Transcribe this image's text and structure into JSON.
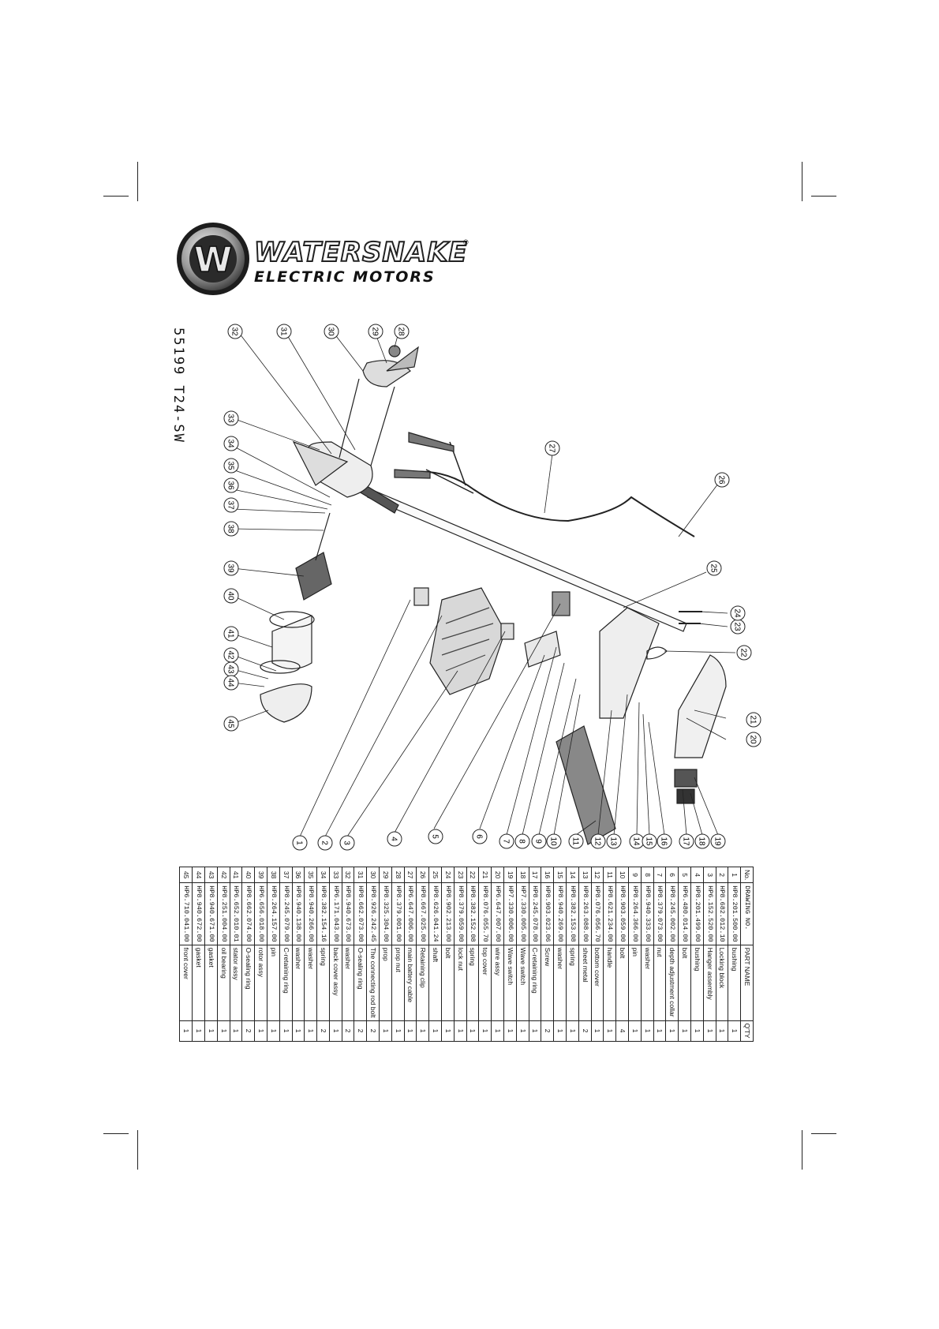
{
  "brand": {
    "name": "WATERSNAKE",
    "registered": "®",
    "subtitle": "ELECTRIC MOTORS",
    "logo_letter": "W"
  },
  "model": {
    "code": "55199 T24-SW"
  },
  "callouts": [
    "1",
    "2",
    "3",
    "4",
    "5",
    "6",
    "7",
    "8",
    "9",
    "10",
    "11",
    "12",
    "13",
    "14",
    "15",
    "16",
    "17",
    "18",
    "19",
    "20",
    "21",
    "22",
    "23",
    "24",
    "25",
    "26",
    "27",
    "28",
    "29",
    "30",
    "31",
    "32",
    "33",
    "34",
    "35",
    "36",
    "37",
    "38",
    "39",
    "40",
    "41",
    "42",
    "43",
    "44",
    "45"
  ],
  "parts_table": {
    "headers": {
      "no": "No.",
      "drawing_no": "DRAWING NO.",
      "part_name": "PART NAME",
      "qty": "Q'TY"
    },
    "rows": [
      {
        "no": "1",
        "drawing_no": "HP8.201.500.00",
        "part_name": "bushing",
        "qty": "1"
      },
      {
        "no": "2",
        "drawing_no": "HP8.682.012.10",
        "part_name": "Locking block",
        "qty": "1"
      },
      {
        "no": "3",
        "drawing_no": "HP6.152.520.00",
        "part_name": "Hanger assembly",
        "qty": "1"
      },
      {
        "no": "4",
        "drawing_no": "HP8.201.499.00",
        "part_name": "bushing",
        "qty": "1"
      },
      {
        "no": "5",
        "drawing_no": "HP6.480.014.00",
        "part_name": "bolt",
        "qty": "1"
      },
      {
        "no": "6",
        "drawing_no": "HP8.245.002.00",
        "part_name": "depth adjustment collar",
        "qty": "1"
      },
      {
        "no": "7",
        "drawing_no": "HP8.379.073.00",
        "part_name": "nut",
        "qty": "1"
      },
      {
        "no": "8",
        "drawing_no": "HP8.940.333.00",
        "part_name": "washer",
        "qty": "1"
      },
      {
        "no": "9",
        "drawing_no": "HP8.264.366.00",
        "part_name": "pin",
        "qty": "1"
      },
      {
        "no": "10",
        "drawing_no": "HP8.903.059.00",
        "part_name": "bolt",
        "qty": "4"
      },
      {
        "no": "11",
        "drawing_no": "HP8.621.234.00",
        "part_name": "handle",
        "qty": "1"
      },
      {
        "no": "12",
        "drawing_no": "HP8.076.056.70",
        "part_name": "bottom cover",
        "qty": "1"
      },
      {
        "no": "13",
        "drawing_no": "HP8.263.088.00",
        "part_name": "sheet metal",
        "qty": "2"
      },
      {
        "no": "14",
        "drawing_no": "HP8.382.153.08",
        "part_name": "spring",
        "qty": "1"
      },
      {
        "no": "15",
        "drawing_no": "HP8.940.269.00",
        "part_name": "washer",
        "qty": "1"
      },
      {
        "no": "16",
        "drawing_no": "HP8.903.023.06",
        "part_name": "Screw",
        "qty": "2"
      },
      {
        "no": "17",
        "drawing_no": "HP8.245.078.00",
        "part_name": "C-retaining ring",
        "qty": "1"
      },
      {
        "no": "18",
        "drawing_no": "HP7.330.005.00",
        "part_name": "Wave switch",
        "qty": "1"
      },
      {
        "no": "19",
        "drawing_no": "HP7.330.006.00",
        "part_name": "Wave switch",
        "qty": "1"
      },
      {
        "no": "20",
        "drawing_no": "HP6.647.007.00",
        "part_name": "wire assy",
        "qty": "1"
      },
      {
        "no": "21",
        "drawing_no": "HP8.076.055.70",
        "part_name": "top cover",
        "qty": "1"
      },
      {
        "no": "22",
        "drawing_no": "HP8.382.152.08",
        "part_name": "spring",
        "qty": "1"
      },
      {
        "no": "23",
        "drawing_no": "HP8.379.059.00",
        "part_name": "lock nut",
        "qty": "1"
      },
      {
        "no": "24",
        "drawing_no": "HP8.902.213.00",
        "part_name": "bolt",
        "qty": "1"
      },
      {
        "no": "25",
        "drawing_no": "HP8.626.041.24",
        "part_name": "shaft",
        "qty": "1"
      },
      {
        "no": "26",
        "drawing_no": "HP8.667.025.00",
        "part_name": "Retaining clip",
        "qty": "1"
      },
      {
        "no": "27",
        "drawing_no": "HP6.647.006.00",
        "part_name": "main battery cable",
        "qty": "1"
      },
      {
        "no": "28",
        "drawing_no": "HP8.379.001.00",
        "part_name": "prop nut",
        "qty": "1"
      },
      {
        "no": "29",
        "drawing_no": "HP8.325.304.00",
        "part_name": "prop",
        "qty": "1"
      },
      {
        "no": "30",
        "drawing_no": "HP8.926.242.45",
        "part_name": "The connecting rod bolt",
        "qty": "2"
      },
      {
        "no": "31",
        "drawing_no": "HP8.662.073.00",
        "part_name": "O-sealing ring",
        "qty": "2"
      },
      {
        "no": "32",
        "drawing_no": "HP8.940.673.00",
        "part_name": "washer",
        "qty": "2"
      },
      {
        "no": "33",
        "drawing_no": "HP6.171.043.00",
        "part_name": "back cover assy",
        "qty": "1"
      },
      {
        "no": "34",
        "drawing_no": "HP8.382.154.16",
        "part_name": "spring",
        "qty": "2"
      },
      {
        "no": "35",
        "drawing_no": "HP8.940.266.00",
        "part_name": "washer",
        "qty": "1"
      },
      {
        "no": "36",
        "drawing_no": "HP8.940.138.00",
        "part_name": "washer",
        "qty": "1"
      },
      {
        "no": "37",
        "drawing_no": "HP8.245.079.00",
        "part_name": "C-retaining ring",
        "qty": "1"
      },
      {
        "no": "38",
        "drawing_no": "HP8.264.157.00",
        "part_name": "pin",
        "qty": "1"
      },
      {
        "no": "39",
        "drawing_no": "HP6.656.018.00",
        "part_name": "rotor assy",
        "qty": "1"
      },
      {
        "no": "40",
        "drawing_no": "HP8.662.074.00",
        "part_name": "O-sealing ring",
        "qty": "2"
      },
      {
        "no": "41",
        "drawing_no": "HP6.652.010.01",
        "part_name": "stator assy",
        "qty": "1"
      },
      {
        "no": "42",
        "drawing_no": "HP8.251.004.00",
        "part_name": "oil bearing",
        "qty": "1"
      },
      {
        "no": "43",
        "drawing_no": "HP8.940.671.00",
        "part_name": "gasket",
        "qty": "1"
      },
      {
        "no": "44",
        "drawing_no": "HP8.940.672.00",
        "part_name": "gasket",
        "qty": "1"
      },
      {
        "no": "45",
        "drawing_no": "HP6.710.041.00",
        "part_name": "front cover",
        "qty": "1"
      }
    ]
  }
}
